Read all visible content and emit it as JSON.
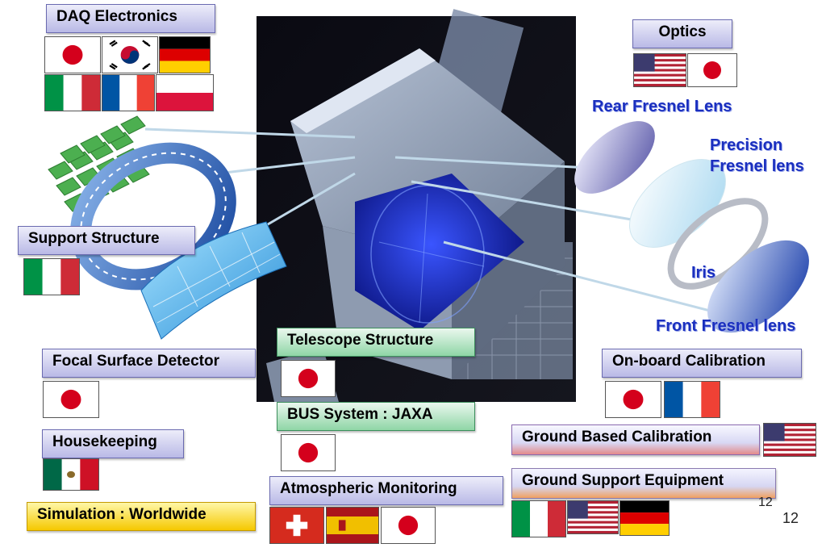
{
  "labels": {
    "daq": "DAQ Electronics",
    "optics": "Optics",
    "support": "Support Structure",
    "focal": "Focal Surface Detector",
    "housekeeping": "Housekeeping",
    "simulation": "Simulation : Worldwide",
    "telescope": "Telescope Structure",
    "bus": "BUS System : JAXA",
    "atmospheric": "Atmospheric Monitoring",
    "onboard": "On-board Calibration",
    "ground_cal": "Ground Based Calibration",
    "ground_support": "Ground Support Equipment"
  },
  "optics_parts": {
    "rear": "Rear Fresnel Lens",
    "precision_1": "Precision",
    "precision_2": "Fresnel lens",
    "iris": "Iris",
    "front": "Front Fresnel lens"
  },
  "page_numbers": {
    "first": "12",
    "second": "12"
  },
  "flags": {
    "daq": [
      "japan",
      "korea",
      "germany",
      "italy",
      "france",
      "poland"
    ],
    "optics": [
      "usa",
      "japan"
    ],
    "support": [
      "italy"
    ],
    "focal": [
      "japan"
    ],
    "housekeeping": [
      "mexico"
    ],
    "telescope": [
      "japan"
    ],
    "bus": [
      "japan"
    ],
    "atmospheric": [
      "switzerland",
      "spain",
      "japan"
    ],
    "onboard": [
      "japan",
      "france"
    ],
    "ground_cal": [
      "usa"
    ],
    "ground_support": [
      "italy",
      "usa",
      "germany"
    ]
  }
}
